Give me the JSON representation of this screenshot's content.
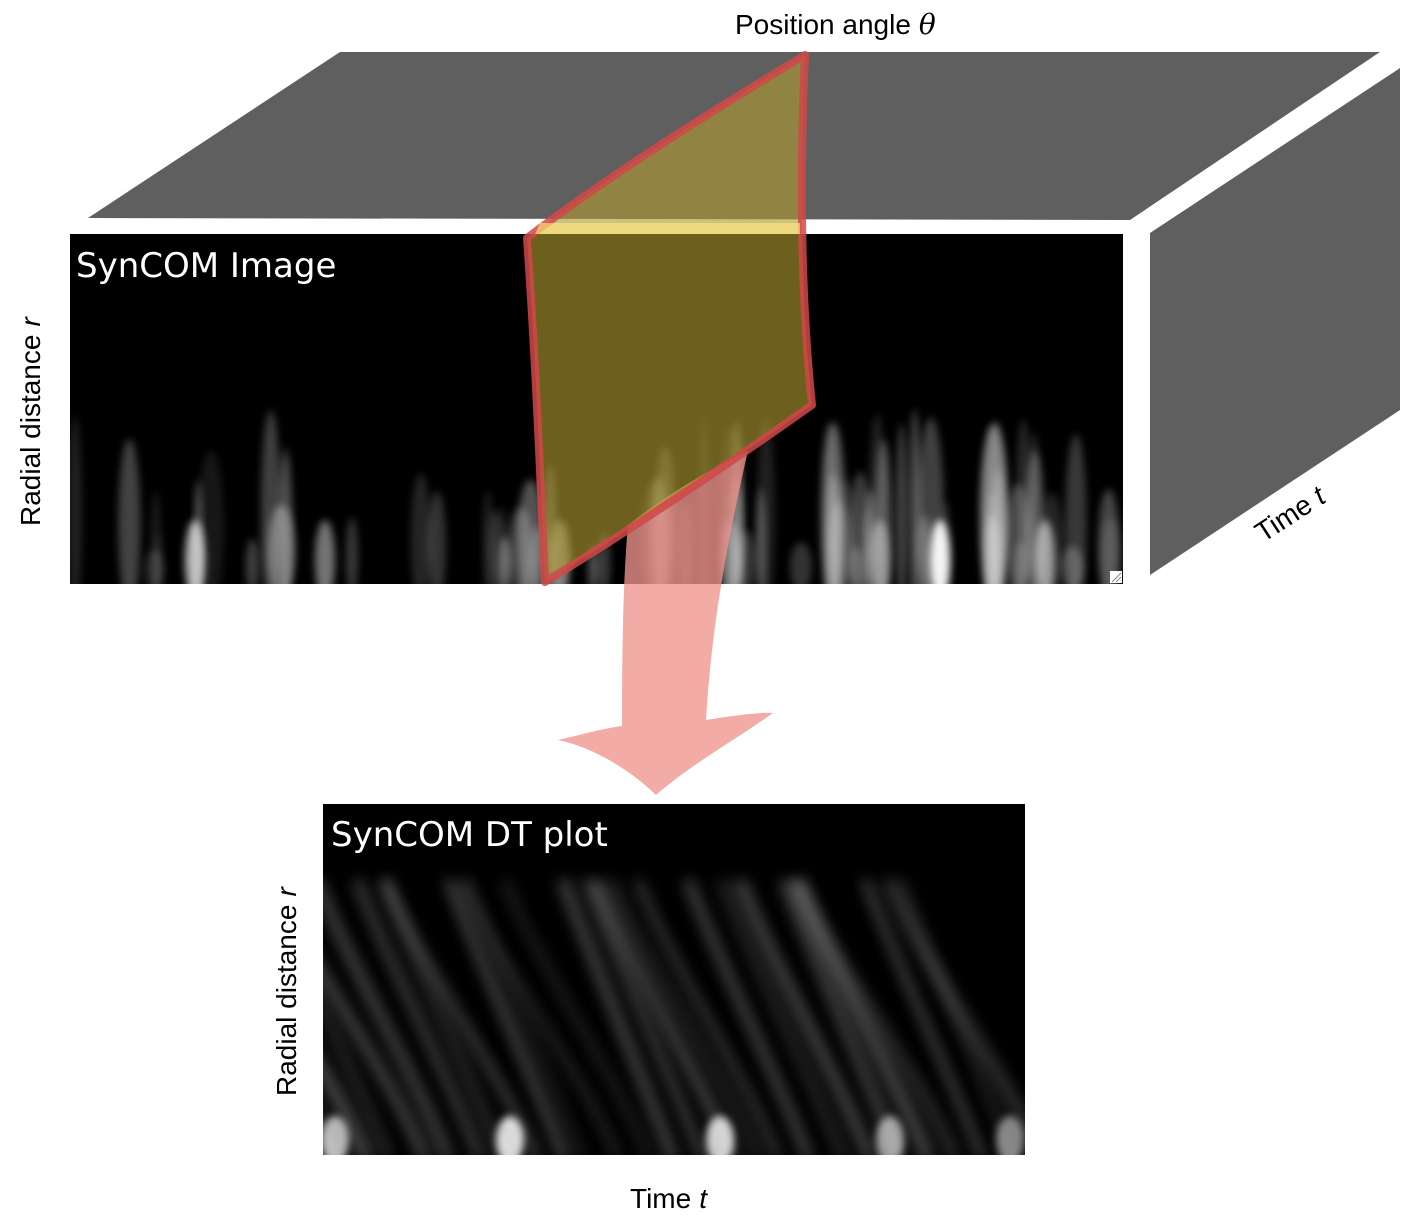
{
  "labels": {
    "position_angle": "Position angle",
    "theta_symbol": "θ",
    "radial_top": "Radial distance",
    "radial_bottom": "Radial distance",
    "r_symbol": "r",
    "time_side": "Time",
    "time_bottom": "Time",
    "t_symbol": "t"
  },
  "panels": {
    "image_title": "SynCOM Image",
    "dt_title": "SynCOM DT plot"
  },
  "colors": {
    "cube_face": "#5f5f5f",
    "panel_bg": "#000000",
    "slice_fill": "#b5a03a",
    "slice_edge": "#d24a4a",
    "arrow": "#f0948c",
    "streak": "#ffffff"
  }
}
